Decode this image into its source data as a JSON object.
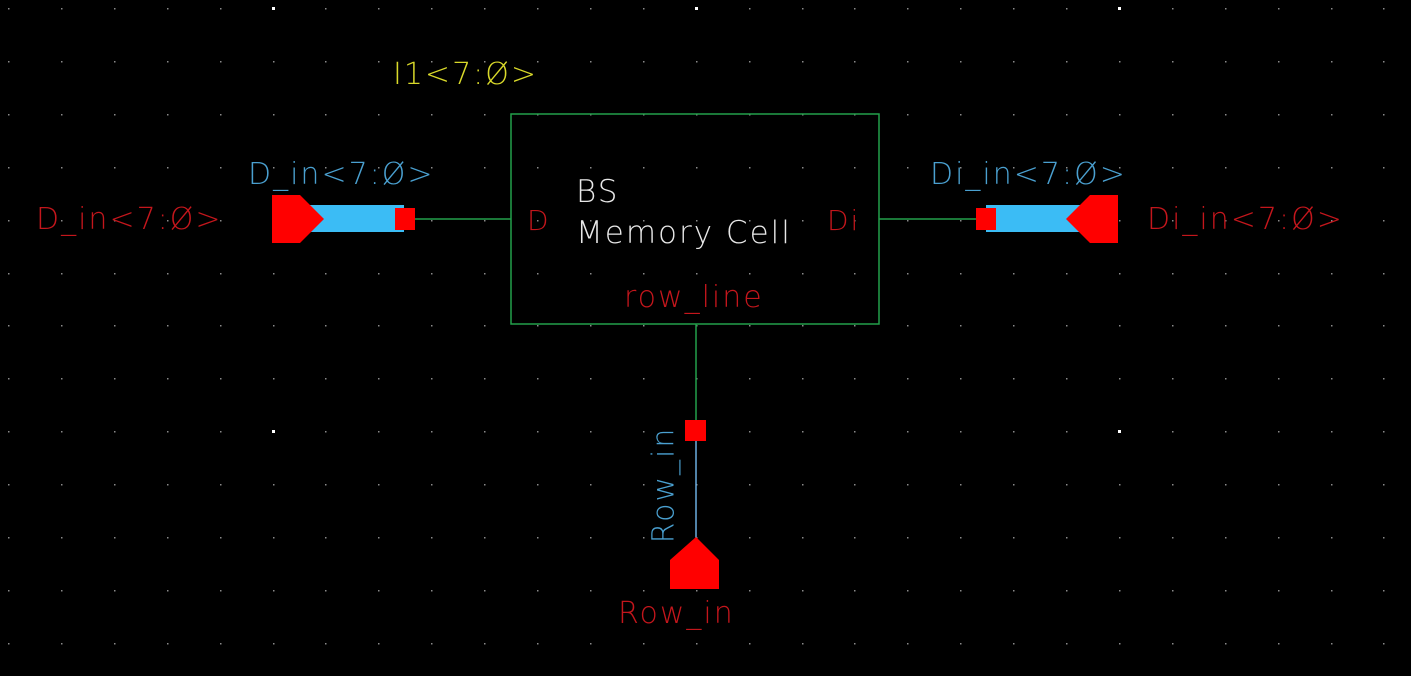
{
  "colors": {
    "background": "#000000",
    "grid_dot": "#8a8a8a",
    "grid_major": "#ffffff",
    "wire_green": "#22a04a",
    "wire_blue": "#6aaee0",
    "pin_red": "#ff0000",
    "bus_blue": "#3bbcf5",
    "text_red": "#c4161c",
    "text_blue": "#4aa0d0",
    "text_white": "#e8e8e8",
    "text_yellow": "#d9d92a"
  },
  "instance": {
    "name": "I1<7:Ø>",
    "title_line1": "BS",
    "title_line2": "Memory Cell",
    "pins": {
      "left": "D",
      "right": "Di",
      "bottom": "row_line"
    }
  },
  "left_pin": {
    "pin_name": "D_in<7:Ø>",
    "net_label": "D_in<7:Ø>",
    "direction": "input"
  },
  "right_pin": {
    "pin_name": "Di_in<7:Ø>",
    "net_label": "Di_in<7:Ø>",
    "direction": "input"
  },
  "bottom_pin": {
    "pin_name": "Row_in",
    "net_label": "Row_in",
    "direction": "input"
  }
}
